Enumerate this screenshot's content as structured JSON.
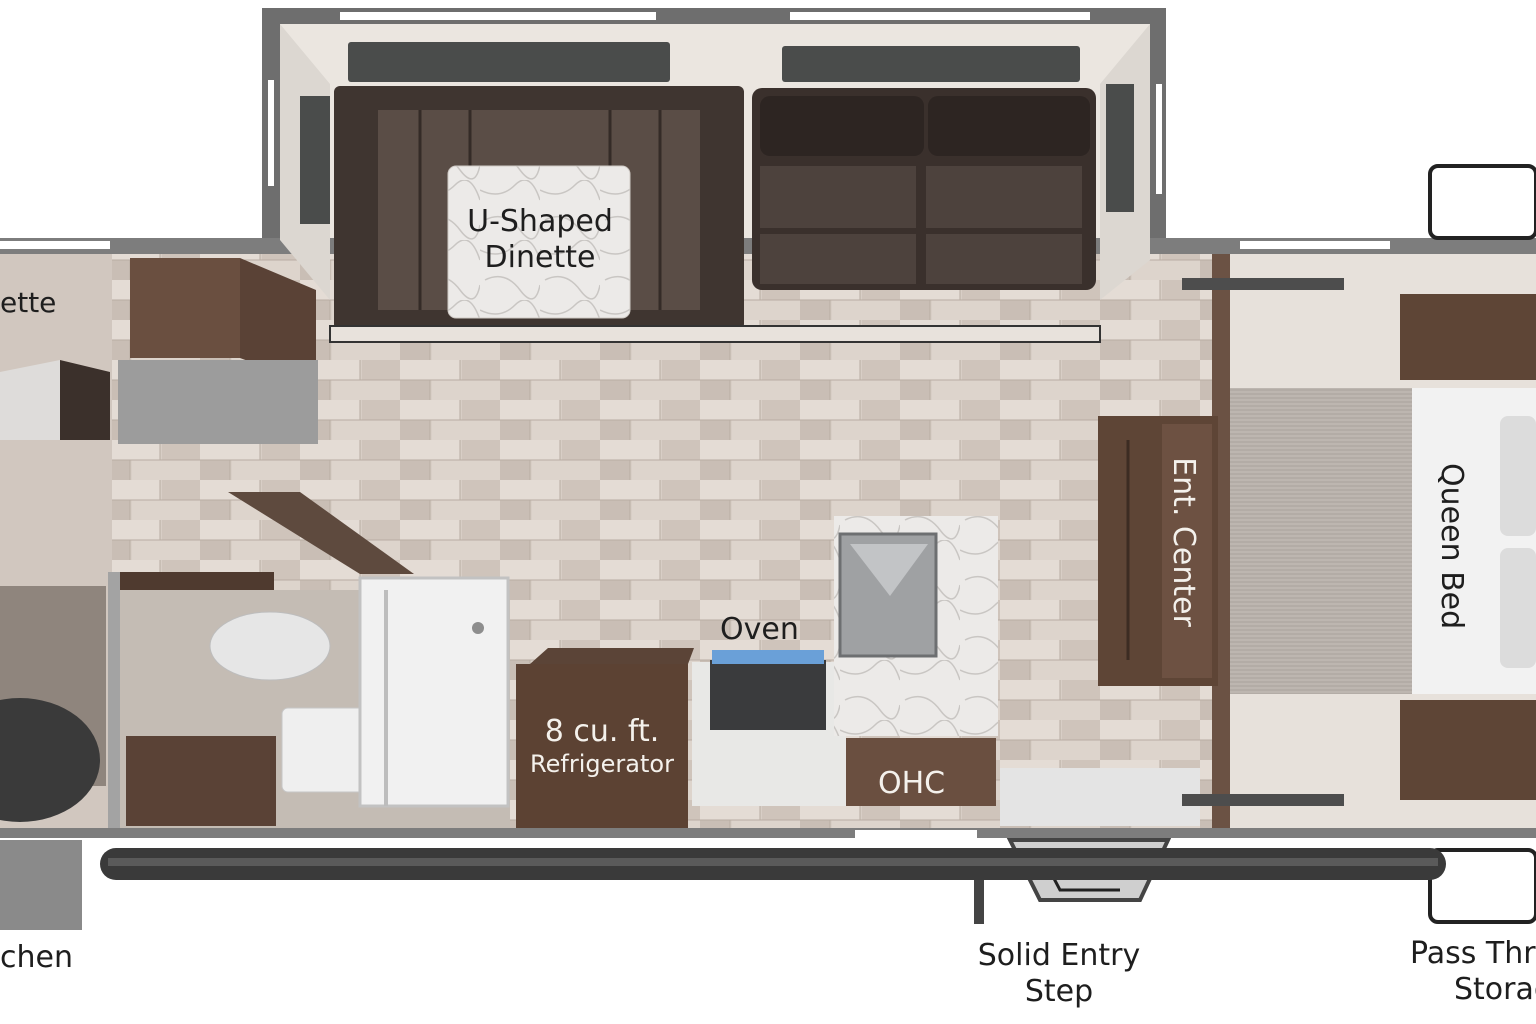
{
  "floorplan": {
    "labels": {
      "dinette": [
        "U-Shaped",
        "Dinette"
      ],
      "left_edge_top": "ette",
      "left_edge_bottom": "chen",
      "ent_center": "Ent. Center",
      "queen_bed": "Queen Bed",
      "oven": "Oven",
      "refrigerator": [
        "8 cu. ft.",
        "Refrigerator"
      ],
      "ohc": "OHC",
      "entry_step": [
        "Solid Entry",
        "Step"
      ],
      "pass_thru": [
        "Pass Thru",
        "Storage"
      ]
    },
    "colors": {
      "wall": "#8a8a8a",
      "floor": "#d9d0c8",
      "cabinet": "#5a4438",
      "sofa": "#3d3430",
      "countertop": "#e6e4e2",
      "bed": "#bfb8b2"
    }
  }
}
